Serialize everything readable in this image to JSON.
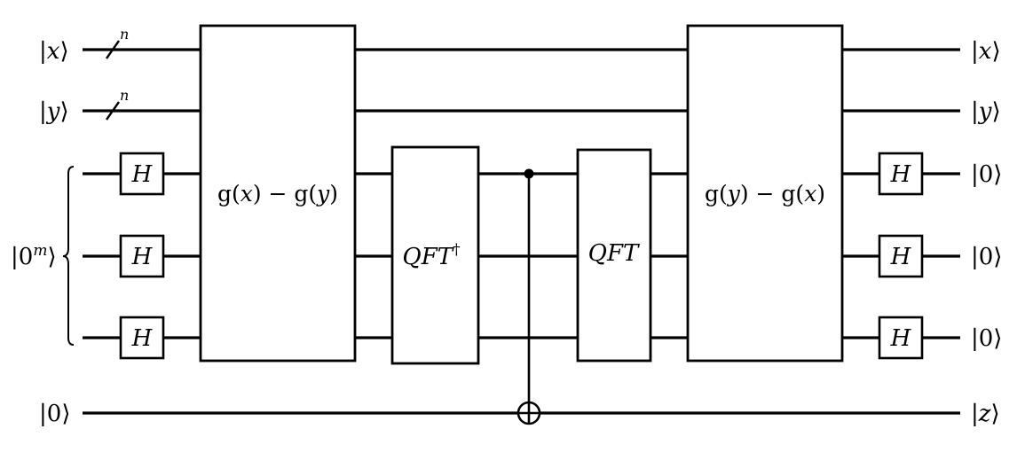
{
  "inputs": {
    "x": {
      "pre": "|",
      "var": "x",
      "post": "⟩"
    },
    "y": {
      "pre": "|",
      "var": "y",
      "post": "⟩"
    },
    "anc": {
      "pre": "|0",
      "sup": "m",
      "post": "⟩"
    },
    "z": {
      "pre": "|0",
      "post": "⟩"
    }
  },
  "outputs": {
    "x": {
      "pre": "|",
      "var": "x",
      "post": "⟩"
    },
    "y": {
      "pre": "|",
      "var": "y",
      "post": "⟩"
    },
    "a0": "|0⟩",
    "a1": "|0⟩",
    "a2": "|0⟩",
    "z": {
      "pre": "|",
      "var": "z",
      "post": "⟩"
    }
  },
  "bundle_label": "n",
  "hadamard": "H",
  "gates": {
    "oracle1": {
      "p1": "g(",
      "v1": "x",
      "mid": ") − g(",
      "v2": "y",
      "p2": ")"
    },
    "qft_dagger": {
      "name": "QFT",
      "sup": "†"
    },
    "qft": "QFT",
    "oracle2": {
      "p1": "g(",
      "v1": "y",
      "mid": ") − g(",
      "v2": "x",
      "p2": ")"
    }
  }
}
